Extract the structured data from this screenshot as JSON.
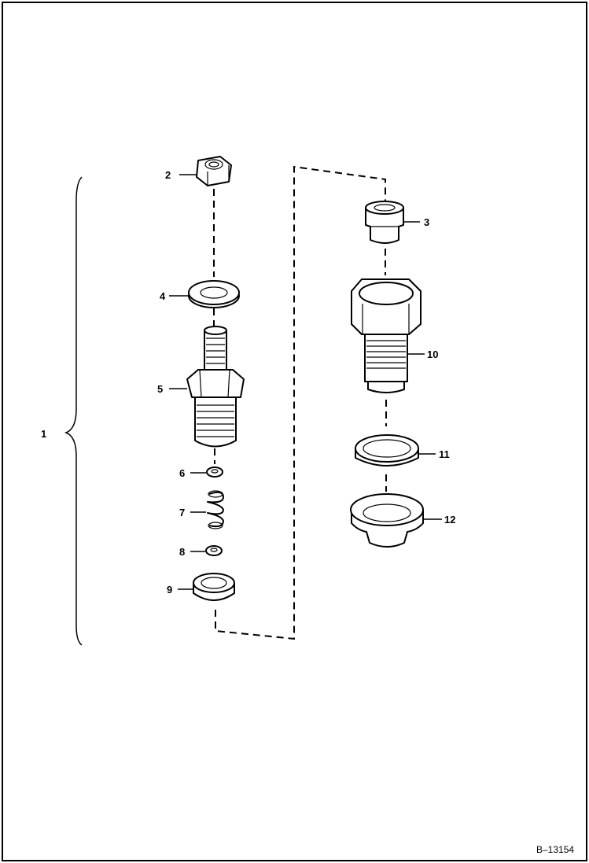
{
  "figure_id": "B–13154",
  "callouts": {
    "assembly": "1",
    "nut": "2",
    "sleeve": "3",
    "washer_upper": "4",
    "valve_body": "5",
    "small_washer_upper": "6",
    "spring": "7",
    "small_washer_lower": "8",
    "ring_lower": "9",
    "holder": "10",
    "seal_ring": "11",
    "flanged_seat": "12"
  }
}
